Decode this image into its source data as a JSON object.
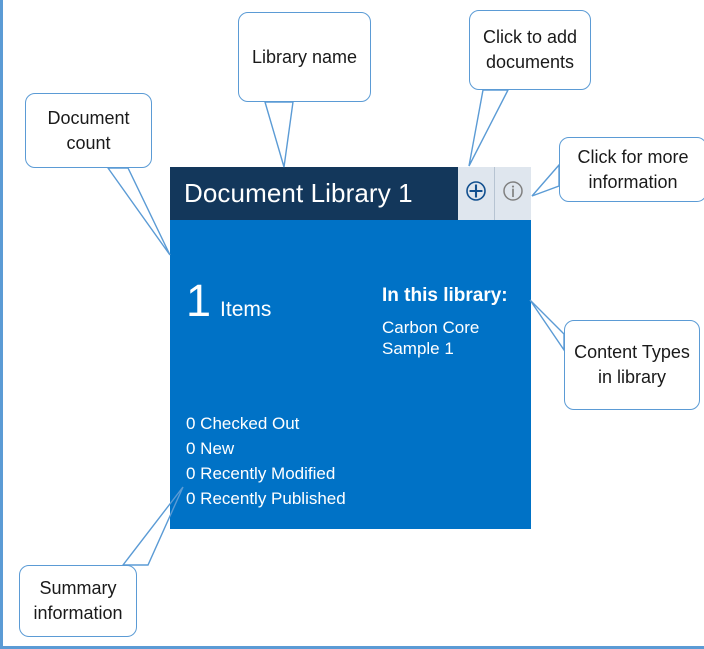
{
  "page": {
    "border_color": "#5b9bd5",
    "background": "#ffffff"
  },
  "tile": {
    "header": {
      "title": "Document Library 1",
      "background": "#13375b",
      "actions": [
        {
          "name": "add-documents",
          "icon": "plus-circle-icon",
          "color": "#12508f"
        },
        {
          "name": "more-information",
          "icon": "info-circle-icon",
          "color": "#7a7a7a"
        }
      ]
    },
    "body": {
      "background": "#0072c6",
      "count": {
        "number": "1",
        "label": "Items"
      },
      "library": {
        "heading": "In this library:",
        "content_types": [
          "Carbon Core",
          "Sample 1"
        ]
      },
      "summary": [
        "0 Checked Out",
        "0 New",
        "0 Recently Modified",
        "0 Recently Published"
      ]
    }
  },
  "callouts": [
    {
      "id": "doc-count",
      "lines": [
        "Document",
        "count"
      ]
    },
    {
      "id": "library-name",
      "lines": [
        "Library name"
      ]
    },
    {
      "id": "add-docs",
      "lines": [
        "Click to add",
        "documents"
      ]
    },
    {
      "id": "more-info",
      "lines": [
        "Click for more",
        "information"
      ]
    },
    {
      "id": "content-types",
      "lines": [
        "Content Types",
        "in library"
      ]
    },
    {
      "id": "summary",
      "lines": [
        "Summary",
        "information"
      ]
    }
  ]
}
